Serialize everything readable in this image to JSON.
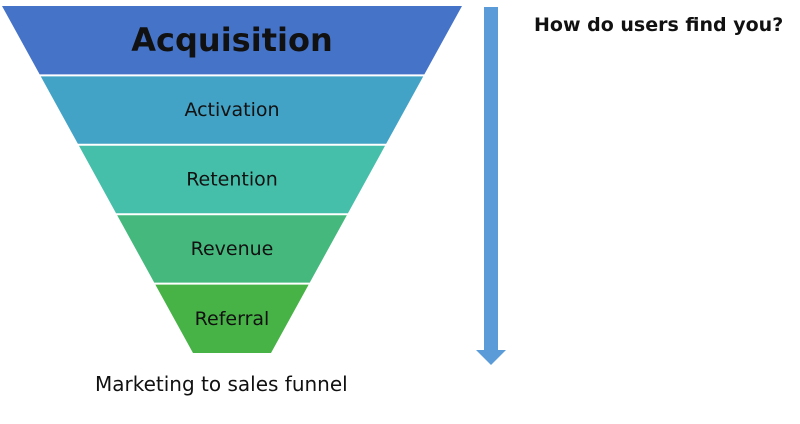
{
  "diagram": {
    "question": "How do users find you?",
    "caption": "Marketing to sales funnel",
    "stages": [
      {
        "label": "Acquisition",
        "color": "#4573c8"
      },
      {
        "label": "Activation",
        "color": "#43a3c6"
      },
      {
        "label": "Retention",
        "color": "#45bfaa"
      },
      {
        "label": "Revenue",
        "color": "#45b97d"
      },
      {
        "label": "Referral",
        "color": "#47b246"
      }
    ],
    "arrow_color": "#5a9bd8"
  }
}
